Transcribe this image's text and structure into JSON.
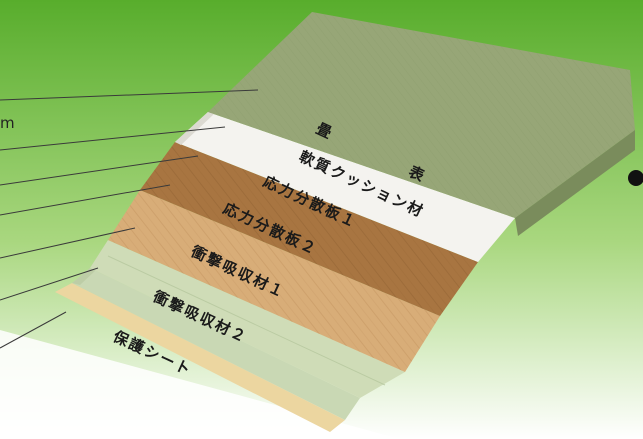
{
  "diagram": {
    "edge_fragment": "m",
    "layers": [
      {
        "id": "tatami-omote",
        "label": "畳　　　　　表",
        "color": "#97a677"
      },
      {
        "id": "soft-cushion",
        "label": "軟質クッション材",
        "color": "#f4f3ef"
      },
      {
        "id": "stress-board-1",
        "label": "応力分散板１",
        "color": "#a87541"
      },
      {
        "id": "stress-board-2",
        "label": "応力分散板２",
        "color": "#d8ad78"
      },
      {
        "id": "shock-absorber-1",
        "label": "衝撃吸収材１",
        "color": "#cfdcb7"
      },
      {
        "id": "shock-absorber-2",
        "label": "衝撃吸収材２",
        "color": "#c9d8b4"
      },
      {
        "id": "protective-sheet",
        "label": "保護シート",
        "color": "#ecd6a0"
      }
    ],
    "background_color": "#7cc342",
    "leader_line_color": "#3a3a3a"
  }
}
